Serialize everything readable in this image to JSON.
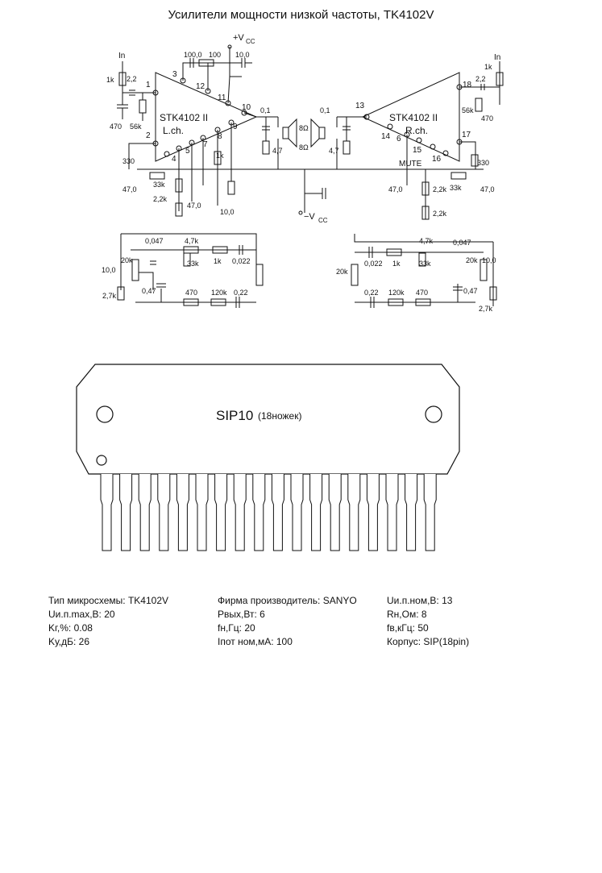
{
  "title": "Усилители мощности низкой частоты, TK4102V",
  "schematic": {
    "chip_label": "STK4102  II",
    "left_ch": "L.ch.",
    "right_ch": "R.ch.",
    "supply_pos": "+V",
    "supply_neg": "−V",
    "supply_sub": "CC",
    "input_label": "In",
    "mute_label": "MUTE",
    "speaker_label": "8Ω",
    "pins": [
      "1",
      "2",
      "3",
      "4",
      "5",
      "6",
      "7",
      "8",
      "9",
      "10",
      "11",
      "12",
      "13",
      "14",
      "15",
      "16",
      "17",
      "18"
    ],
    "values": [
      "1k",
      "2,2",
      "470",
      "56k",
      "100,0",
      "100",
      "10,0",
      "0,1",
      "4,7",
      "330",
      "33k",
      "47,0",
      "2,2k",
      "1k",
      "47,0",
      "10,0",
      "0,047",
      "4,7k",
      "33k",
      "1k",
      "0,022",
      "20k",
      "0,47",
      "470",
      "120k",
      "0,22",
      "2,7k",
      "10,0"
    ]
  },
  "package": {
    "name": "SIP10",
    "sub": "(18ножек)",
    "pin_count": 18
  },
  "specs": {
    "col1": [
      "Тип микросхемы: TK4102V",
      "Uи.п.max,В: 20",
      "Kг,%: 0.08",
      "Kу,дБ: 26"
    ],
    "col2": [
      "Фирма производитель: SANYO",
      "Pвых,Вт: 6",
      "fн,Гц: 20",
      "Iпот ном,мА: 100"
    ],
    "col3": [
      "Uи.п.ном,В: 13",
      "Rн,Ом: 8",
      "fв,кГц: 50",
      "Корпус: SIP(18pin)"
    ]
  }
}
